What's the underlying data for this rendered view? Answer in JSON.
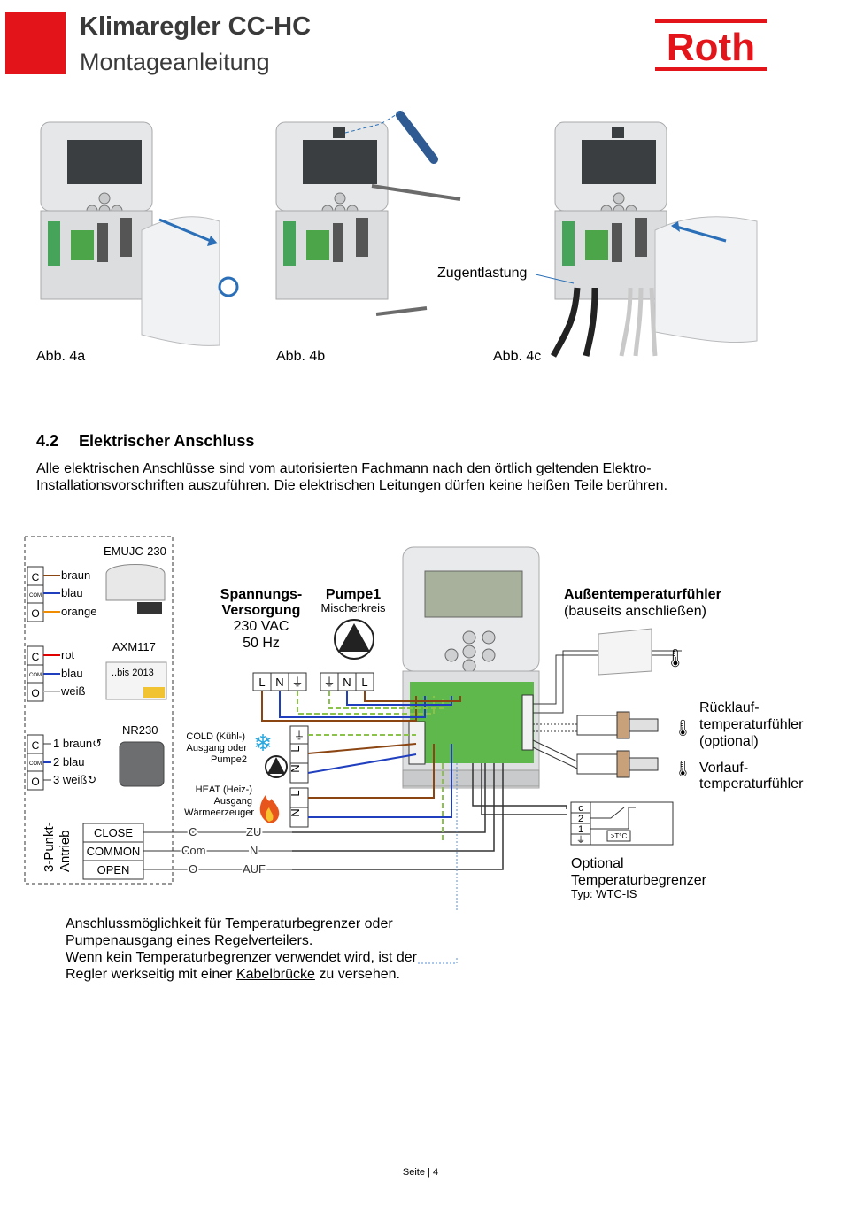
{
  "header": {
    "title": "Klimaregler CC-HC",
    "subtitle": "Montageanleitung",
    "logo_text": "Roth",
    "accent_color": "#e3151a"
  },
  "figures": {
    "captions": [
      "Abb. 4a",
      "Abb. 4b",
      "Abb. 4c"
    ],
    "strain_relief_label": "Zugentlastung"
  },
  "section": {
    "number": "4.2",
    "title": "Elektrischer Anschluss",
    "line1": "Alle elektrischen Anschlüsse sind vom autorisierten Fachmann nach den örtlich geltenden Elektro-",
    "line2": "Installationsvorschriften auszuführen. Die elektrischen Leitungen dürfen keine heißen Teile berühren."
  },
  "diagram": {
    "actuators": {
      "emujc_label": "EMUJC-230",
      "axm_label": "AXM117",
      "axm_note": "..bis 2013",
      "nr_label": "NR230",
      "block1": [
        "braun",
        "blau",
        "orange"
      ],
      "block2": [
        "rot",
        "blau",
        "weiß"
      ],
      "block3": [
        "1  braun↺",
        "2  blau",
        "3  weiß↻"
      ],
      "terminal_letters": [
        "C",
        "COM",
        "O"
      ],
      "vertical_label_1": "3-Punkt-",
      "vertical_label_2": "Antrieb",
      "rows": [
        "CLOSE",
        "COMMON",
        "OPEN"
      ],
      "row_mid": [
        "C",
        "Com",
        "O"
      ],
      "row_right": [
        "ZU",
        "N",
        "AUF"
      ]
    },
    "power": {
      "title_1": "Spannungs-",
      "title_2": "Versorgung",
      "voltage": "230 VAC",
      "frequency": "50 Hz",
      "terminals": [
        "L",
        "N",
        "⏚"
      ]
    },
    "pump": {
      "title": "Pumpe1",
      "subtitle": "Mischerkreis",
      "terminals": [
        "⏚",
        "N",
        "L"
      ]
    },
    "cold": {
      "line1": "COLD (Kühl-)",
      "line2": "Ausgang oder",
      "line3": "Pumpe2"
    },
    "heat": {
      "line1": "HEAT (Heiz-)",
      "line2": "Ausgang",
      "line3": "Wärmeerzeuger"
    },
    "outputs_terminals": [
      "⏚",
      "L",
      "N",
      "L",
      "N"
    ],
    "outdoor_sensor": {
      "title": "Außentemperaturfühler",
      "subtitle": "(bauseits anschließen)"
    },
    "return_sensor": {
      "line1": "Rücklauf-",
      "line2": "temperaturfühler",
      "line3": "(optional)"
    },
    "flow_sensor": {
      "line1": "Vorlauf-",
      "line2": "temperaturfühler"
    },
    "limiter": {
      "terminals": [
        "c",
        "2",
        "1",
        "⏚"
      ],
      "switch_label": ">T°C",
      "line1": "Optional",
      "line2": "Temperaturbegrenzer",
      "type": "Typ: WTC-IS"
    }
  },
  "note": {
    "line1": "Anschlussmöglichkeit für Temperaturbegrenzer oder",
    "line2": "Pumpenausgang eines Regelverteilers.",
    "line3": "Wenn kein Temperaturbegrenzer verwendet wird, ist der",
    "line4_pre": "Regler  werkseitig mit einer ",
    "line4_link": "Kabelbrücke",
    "line4_post": " zu versehen."
  },
  "footer": {
    "page": "Seite | 4"
  }
}
